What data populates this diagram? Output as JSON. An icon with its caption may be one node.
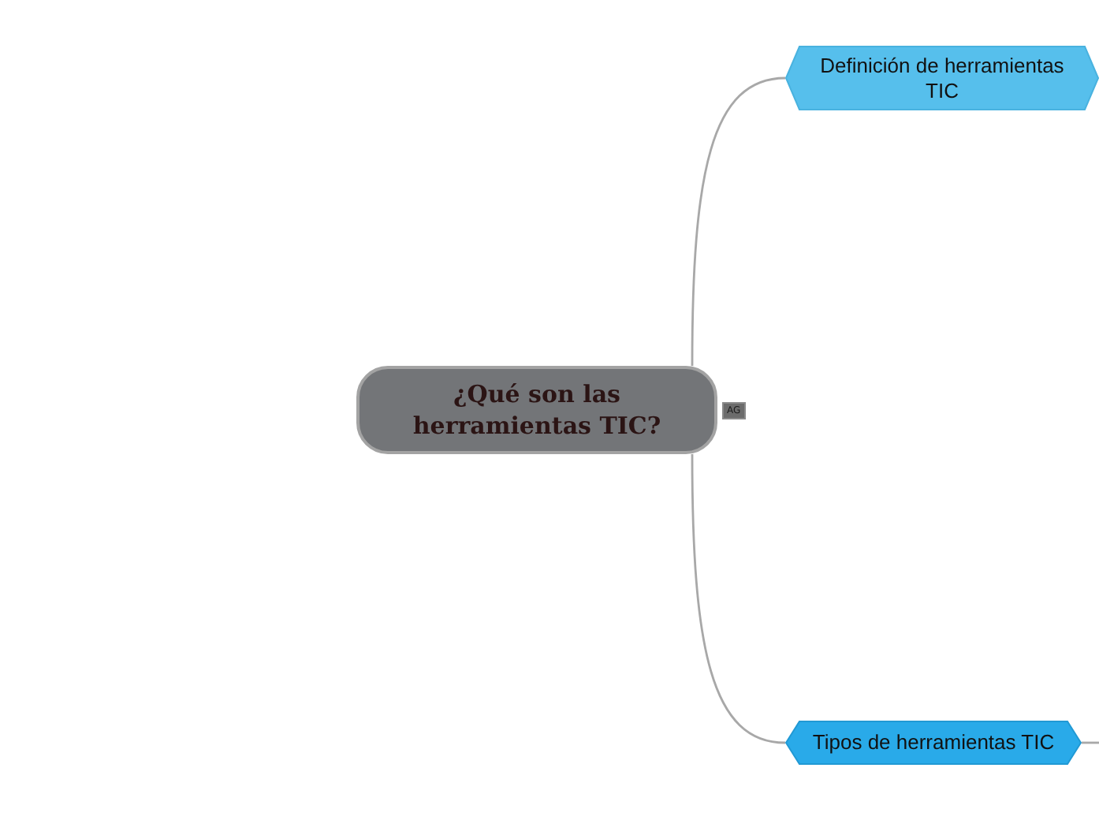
{
  "diagram": {
    "nodes": [
      {
        "text": [
          "¿Qué son las herramientas TIC?"
        ]
      },
      {
        "text": [
          "Definición de herramientas TIC"
        ]
      },
      {
        "text": [
          "Tipos de herramientas TIC"
        ]
      }
    ],
    "edges": [
      {
        "from": 0,
        "to": 1,
        "arrow": "none"
      },
      {
        "from": 0,
        "to": 2,
        "arrow": "none"
      },
      {
        "from": 2,
        "to": null,
        "arrow": "none"
      }
    ],
    "labels": [
      "AG"
    ]
  }
}
